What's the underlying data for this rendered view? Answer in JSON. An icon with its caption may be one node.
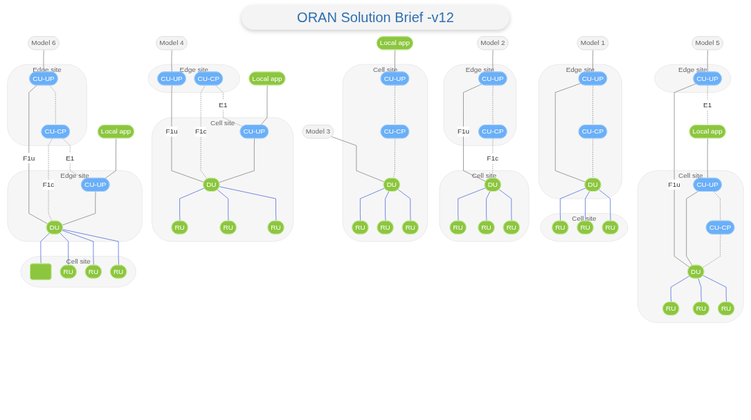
{
  "diagram": {
    "title": "ORAN Solution Brief -v12",
    "nodes": [
      {
        "text": [
          "Model 1"
        ]
      },
      {
        "text": [
          "Model 2"
        ]
      },
      {
        "text": [
          "Model 3"
        ]
      },
      {
        "text": [
          "Model 4"
        ]
      },
      {
        "text": [
          "Model 5"
        ]
      },
      {
        "text": [
          "Model 6"
        ]
      },
      {
        "text": [
          "Edge site"
        ]
      },
      {
        "text": [
          "CU-UP"
        ],
        "in": 6
      },
      {
        "text": [
          "CU-CP"
        ],
        "in": 6
      },
      {
        "text": [
          "DU"
        ],
        "in": 6
      },
      {
        "text": [
          "Cell site"
        ]
      },
      {
        "text": [
          "RU"
        ],
        "in": 10
      },
      {
        "text": [
          "RU"
        ],
        "in": 10
      },
      {
        "text": [
          "RU"
        ],
        "in": 10
      },
      {
        "text": [
          "Edge site"
        ]
      },
      {
        "text": [
          "CU-UP"
        ],
        "in": 14
      },
      {
        "text": [
          "CU-CP"
        ],
        "in": 14
      },
      {
        "text": [
          "Cell site"
        ]
      },
      {
        "text": [
          "DU"
        ],
        "in": 17
      },
      {
        "text": [
          "RU"
        ],
        "in": 17
      },
      {
        "text": [
          "RU"
        ],
        "in": 17
      },
      {
        "text": [
          "RU"
        ],
        "in": 17
      },
      {
        "text": [
          "Local app"
        ]
      },
      {
        "text": [
          "Cell site"
        ]
      },
      {
        "text": [
          "CU-UP"
        ],
        "in": 23
      },
      {
        "text": [
          "CU-CP"
        ],
        "in": 23
      },
      {
        "text": [
          "DU"
        ],
        "in": 23
      },
      {
        "text": [
          "RU"
        ],
        "in": 23
      },
      {
        "text": [
          "RU"
        ],
        "in": 23
      },
      {
        "text": [
          "RU"
        ],
        "in": 23
      },
      {
        "text": [
          "Edge site"
        ]
      },
      {
        "text": [
          "CU-UP"
        ],
        "in": 30
      },
      {
        "text": [
          "CU-CP"
        ],
        "in": 30
      },
      {
        "text": [
          "Local app"
        ]
      },
      {
        "text": [
          "Cell site"
        ]
      },
      {
        "text": [
          "CU-UP"
        ],
        "in": 34
      },
      {
        "text": [
          "DU"
        ],
        "in": 34
      },
      {
        "text": [
          "RU"
        ],
        "in": 34
      },
      {
        "text": [
          "RU"
        ],
        "in": 34
      },
      {
        "text": [
          "RU"
        ],
        "in": 34
      },
      {
        "text": [
          "Edge site"
        ]
      },
      {
        "text": [
          "CU-UP"
        ],
        "in": 40
      },
      {
        "text": [
          "Local app"
        ]
      },
      {
        "text": [
          "Cell site"
        ]
      },
      {
        "text": [
          "CU-UP"
        ],
        "in": 43
      },
      {
        "text": [
          "CU-CP"
        ],
        "in": 43
      },
      {
        "text": [
          "DU"
        ],
        "in": 43
      },
      {
        "text": [
          "RU"
        ],
        "in": 43
      },
      {
        "text": [
          "RU"
        ],
        "in": 43
      },
      {
        "text": [
          "RU"
        ],
        "in": 43
      },
      {
        "text": [
          "Edge site"
        ]
      },
      {
        "text": [
          "CU-UP"
        ],
        "in": 50
      },
      {
        "text": [
          "CU-CP"
        ],
        "in": 50
      },
      {
        "text": [
          "Local app"
        ]
      },
      {
        "text": [
          "Edge site"
        ]
      },
      {
        "text": [
          "CU-UP"
        ],
        "in": 54
      },
      {
        "text": [
          "DU"
        ],
        "in": 54
      },
      {
        "text": [
          "Cell site"
        ]
      },
      {
        "text": [],
        "shape": "box",
        "in": 57
      },
      {
        "text": [
          "RU"
        ],
        "in": 57
      },
      {
        "text": [
          "RU"
        ],
        "in": 57
      },
      {
        "text": [
          "RU"
        ],
        "in": 57
      }
    ],
    "edges": [
      {
        "from": 0,
        "to": 7,
        "arrow": "none"
      },
      {
        "from": 7,
        "to": 9,
        "arrow": "none"
      },
      {
        "from": 7,
        "to": 8,
        "arrow": "none",
        "style": "dashed"
      },
      {
        "from": 8,
        "to": 9,
        "arrow": "none",
        "style": "dashed"
      },
      {
        "from": 9,
        "to": 11,
        "arrow": "none",
        "color": "#3b5bdb"
      },
      {
        "from": 9,
        "to": 12,
        "arrow": "none",
        "color": "#3b5bdb"
      },
      {
        "from": 9,
        "to": 13,
        "arrow": "none",
        "color": "#3b5bdb"
      },
      {
        "from": 1,
        "to": 15,
        "arrow": "none"
      },
      {
        "from": 15,
        "to": 18,
        "arrow": "none",
        "label": "F1u"
      },
      {
        "from": 15,
        "to": 16,
        "arrow": "none",
        "style": "dashed"
      },
      {
        "from": 16,
        "to": 18,
        "arrow": "none",
        "style": "dashed",
        "label": "F1c"
      },
      {
        "from": 18,
        "to": 19,
        "arrow": "none",
        "color": "#3b5bdb"
      },
      {
        "from": 18,
        "to": 20,
        "arrow": "none",
        "color": "#3b5bdb"
      },
      {
        "from": 18,
        "to": 21,
        "arrow": "none",
        "color": "#3b5bdb"
      },
      {
        "from": 2,
        "to": 26,
        "arrow": "none"
      },
      {
        "from": 22,
        "to": 24,
        "arrow": "none"
      },
      {
        "from": 24,
        "to": 25,
        "arrow": "none",
        "style": "dashed"
      },
      {
        "from": 25,
        "to": 26,
        "arrow": "none",
        "style": "dashed"
      },
      {
        "from": 26,
        "to": 27,
        "arrow": "none",
        "color": "#3b5bdb"
      },
      {
        "from": 26,
        "to": 28,
        "arrow": "none",
        "color": "#3b5bdb"
      },
      {
        "from": 26,
        "to": 29,
        "arrow": "none",
        "color": "#3b5bdb"
      },
      {
        "from": 3,
        "to": 31,
        "arrow": "none"
      },
      {
        "from": 31,
        "to": 36,
        "arrow": "none",
        "label": "F1u"
      },
      {
        "from": 32,
        "to": 36,
        "arrow": "none",
        "style": "dashed",
        "label": "F1c"
      },
      {
        "from": 32,
        "to": 35,
        "arrow": "none",
        "style": "dashed",
        "label": "E1"
      },
      {
        "from": 33,
        "to": 35,
        "arrow": "none"
      },
      {
        "from": 35,
        "to": 36,
        "arrow": "none"
      },
      {
        "from": 36,
        "to": 37,
        "arrow": "none",
        "color": "#3b5bdb"
      },
      {
        "from": 36,
        "to": 38,
        "arrow": "none",
        "color": "#3b5bdb"
      },
      {
        "from": 36,
        "to": 39,
        "arrow": "none",
        "color": "#3b5bdb"
      },
      {
        "from": 4,
        "to": 41,
        "arrow": "none"
      },
      {
        "from": 41,
        "to": 46,
        "arrow": "none",
        "label": "F1u"
      },
      {
        "from": 41,
        "to": 42,
        "arrow": "none",
        "style": "dashed",
        "label": "E1"
      },
      {
        "from": 42,
        "to": 44,
        "arrow": "none"
      },
      {
        "from": 44,
        "to": 45,
        "arrow": "none",
        "style": "dashed"
      },
      {
        "from": 44,
        "to": 46,
        "arrow": "none"
      },
      {
        "from": 45,
        "to": 46,
        "arrow": "none",
        "style": "dashed"
      },
      {
        "from": 46,
        "to": 47,
        "arrow": "none",
        "color": "#3b5bdb"
      },
      {
        "from": 46,
        "to": 48,
        "arrow": "none",
        "color": "#3b5bdb"
      },
      {
        "from": 46,
        "to": 49,
        "arrow": "none",
        "color": "#3b5bdb"
      },
      {
        "from": 5,
        "to": 51,
        "arrow": "none"
      },
      {
        "from": 51,
        "to": 56,
        "arrow": "none",
        "label": "F1u"
      },
      {
        "from": 51,
        "to": 52,
        "arrow": "none",
        "style": "dashed"
      },
      {
        "from": 52,
        "to": 56,
        "arrow": "none",
        "style": "dashed",
        "label": "F1c"
      },
      {
        "from": 52,
        "to": 55,
        "arrow": "none",
        "style": "dashed",
        "label": "E1"
      },
      {
        "from": 53,
        "to": 55,
        "arrow": "none"
      },
      {
        "from": 55,
        "to": 56,
        "arrow": "none"
      },
      {
        "from": 56,
        "to": 58,
        "arrow": "none",
        "color": "#3b5bdb"
      },
      {
        "from": 56,
        "to": 59,
        "arrow": "none",
        "color": "#3b5bdb"
      },
      {
        "from": 56,
        "to": 60,
        "arrow": "none",
        "color": "#3b5bdb"
      },
      {
        "from": 56,
        "to": 61,
        "arrow": "none",
        "color": "#3b5bdb"
      }
    ]
  }
}
